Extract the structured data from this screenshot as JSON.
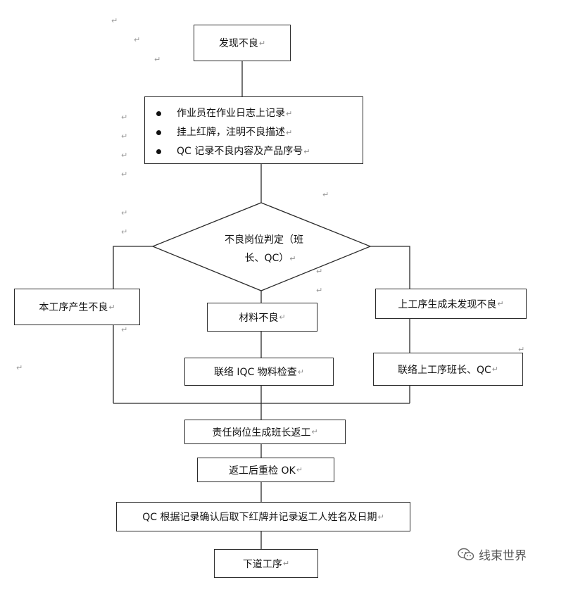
{
  "return_mark": "↵",
  "flow": {
    "found": "发现不良",
    "record_items": [
      "作业员在作业日志上记录",
      "挂上红牌，注明不良描述",
      "QC 记录不良内容及产品序号"
    ],
    "decision_line1": "不良岗位判定（班",
    "decision_line2": "长、QC）",
    "left_branch": "本工序产生不良",
    "middle_branch": "材料不良",
    "right_branch": "上工序生成未发现不良",
    "contact_iqc": "联络 IQC 物料检查",
    "contact_prev": "联络上工序班长、QC",
    "rework": "责任岗位生成班长返工",
    "recheck": "返工后重检 OK",
    "qc_confirm": "QC 根据记录确认后取下红牌并记录返工人姓名及日期",
    "next": "下道工序"
  },
  "watermark": {
    "text": "线束世界",
    "icon": "wechat-icon"
  },
  "colors": {
    "line": "#2b2b2b",
    "stray_mark": "#9a9a9a"
  }
}
